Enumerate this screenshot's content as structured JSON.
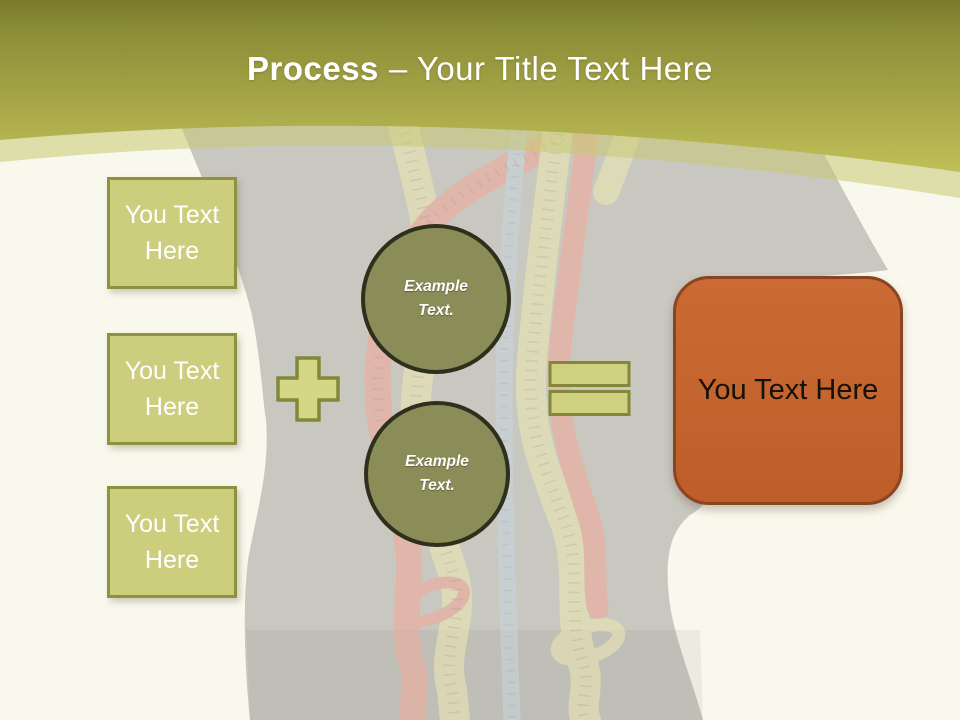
{
  "slide": {
    "title": {
      "bold": "Process",
      "rest": "– Your Title Text Here"
    }
  },
  "input_boxes": [
    {
      "label": "You Text Here"
    },
    {
      "label": "You Text Here"
    },
    {
      "label": "You Text Here"
    }
  ],
  "example_circles": [
    {
      "line1": "Example",
      "line2": "Text."
    },
    {
      "line1": "Example",
      "line2": "Text."
    }
  ],
  "operators": {
    "plus_icon": "plus",
    "equals_icon": "equals"
  },
  "result_box": {
    "label": "You Text Here"
  },
  "colors": {
    "header_top": "#797a29",
    "header_bottom": "#c0bf58",
    "band_overlay": "#c8c873",
    "background_cream": "#f9f8ec",
    "photo_gray": "#c8c8c0",
    "box_fill": "#cccd7d",
    "box_border": "#8e913e",
    "operator_fill": "#d5d686",
    "operator_border": "#83873a",
    "circle_fill": "#8b8d58",
    "circle_border": "#2e2f1c",
    "result_fill": "#c4652f",
    "result_border": "#8a4520",
    "tape_red": "#efab9b",
    "tape_yellow": "#ece6b4",
    "tape_blue": "#c9d4dc",
    "title_text": "#ffffff"
  }
}
